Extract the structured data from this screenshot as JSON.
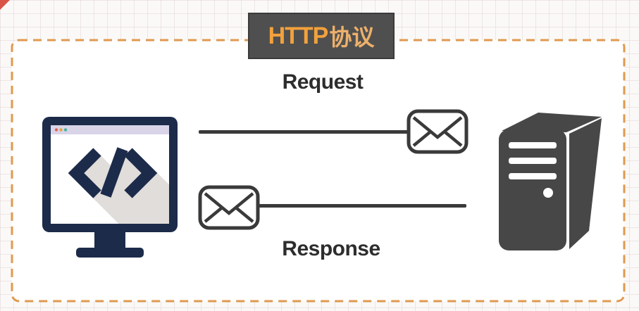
{
  "header": {
    "title_en": "HTTP",
    "title_zh": "协议"
  },
  "flows": {
    "request_label": "Request",
    "response_label": "Response"
  },
  "icons": {
    "client": "code-monitor-icon",
    "server": "server-tower-icon",
    "request_message": "envelope-icon",
    "response_message": "envelope-icon"
  },
  "colors": {
    "accent_orange": "#df9a50",
    "title_orange": "#f2a13c",
    "title_orange_light": "#edb06b",
    "box_gray": "#4f4f4f",
    "label_ink": "#2d2d2d",
    "line_ink": "#3a3a3a",
    "monitor_navy": "#1d2b4a",
    "server_gray": "#474747",
    "titlebar_lavender": "#d9d4e8",
    "shadow_gray": "#e0ddda",
    "corner_red": "#d95348"
  }
}
